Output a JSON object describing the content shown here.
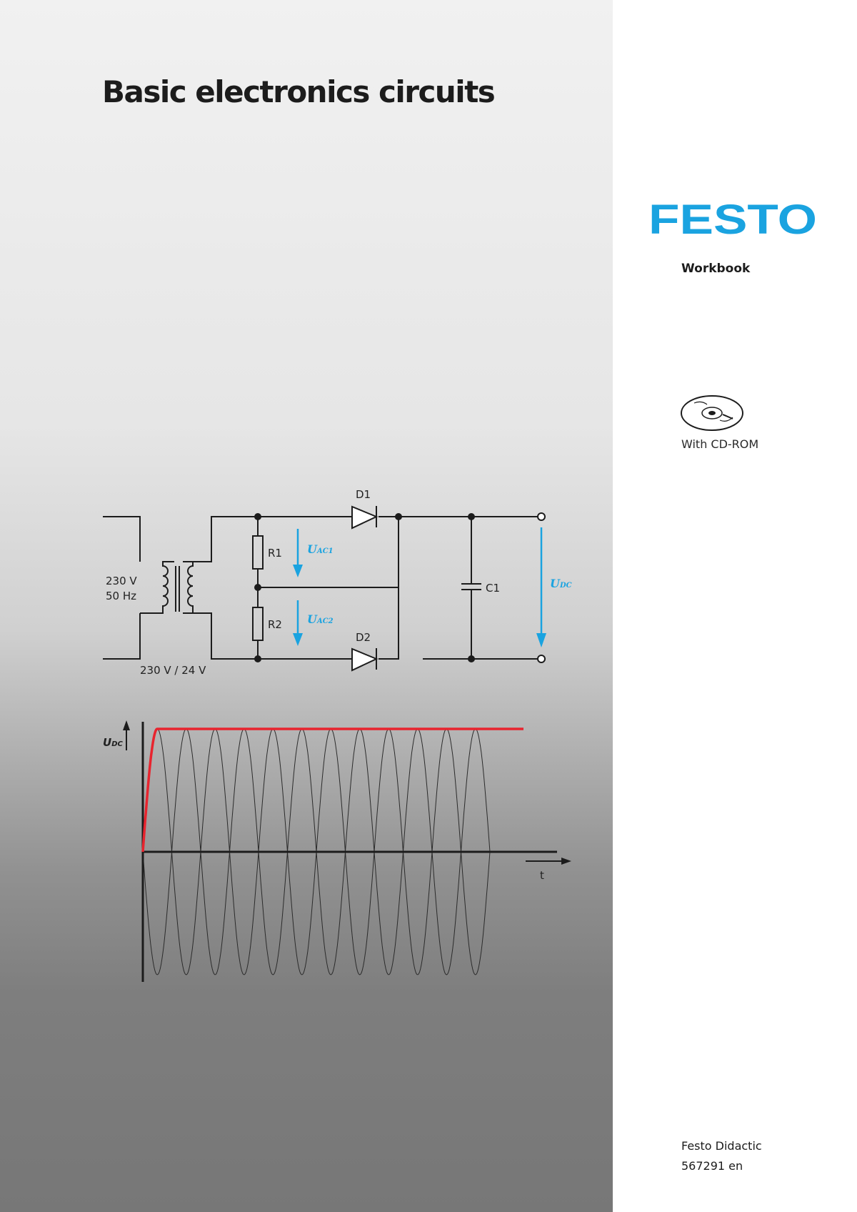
{
  "cover": {
    "title": "Basic electronics circuits",
    "brand": "FESTO",
    "brand_color": "#1aa3e0",
    "doc_type": "Workbook",
    "cd_icon": "cd-rom-icon",
    "cd_label": "With CD-ROM",
    "publisher": "Festo Didactic",
    "order_number": "567291 en"
  },
  "circuit": {
    "supply_voltage": "230 V",
    "supply_frequency": "50 Hz",
    "transformer_ratio": "230 V / 24 V",
    "diode_1": "D1",
    "diode_2": "D2",
    "resistor_1": "R1",
    "resistor_2": "R2",
    "capacitor": "C1",
    "u_ac1_main": "U",
    "u_ac1_sub": "AC1",
    "u_ac2_main": "U",
    "u_ac2_sub": "AC2",
    "u_dc_main": "U",
    "u_dc_sub": "DC"
  },
  "waveform": {
    "y_axis_main": "U",
    "y_axis_sub": "DC",
    "x_axis_label": "t",
    "cycles": 6,
    "dc_color": "#e8242e",
    "wave_color": "#2b2b2b"
  }
}
